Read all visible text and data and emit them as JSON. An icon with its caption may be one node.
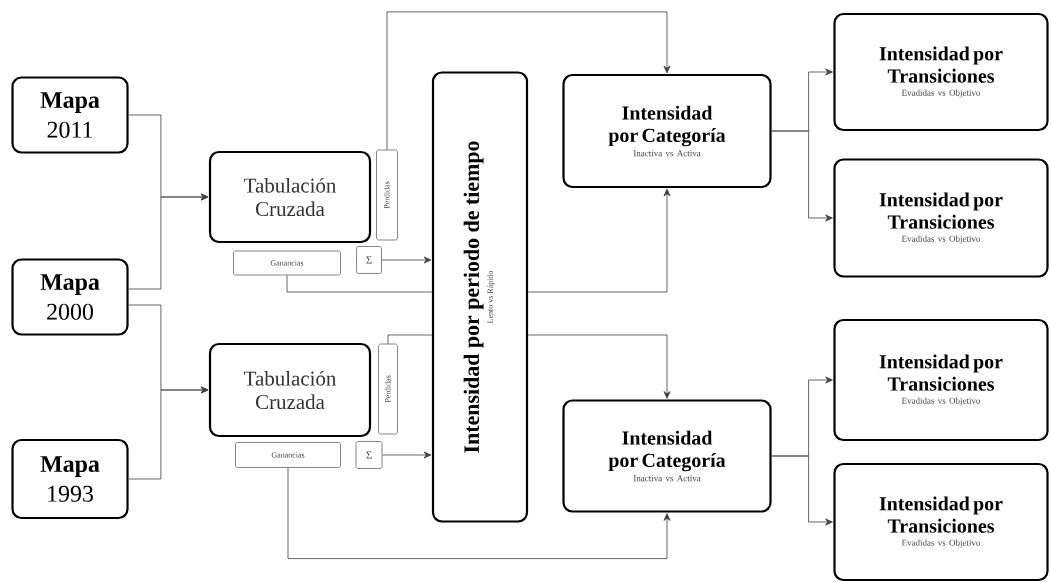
{
  "diagram": {
    "nodes": [
      {
        "text": [
          "Mapa",
          "2011"
        ]
      },
      {
        "text": [
          "Mapa",
          "2000"
        ]
      },
      {
        "text": [
          "Mapa",
          "1993"
        ]
      },
      {
        "text": [
          "Tabulación Cruzada"
        ]
      },
      {
        "text": [
          "Perdidas"
        ]
      },
      {
        "text": [
          "Ganancias"
        ]
      },
      {
        "text": [
          "Σ"
        ]
      },
      {
        "text": [
          "Tabulación Cruzada"
        ]
      },
      {
        "text": [
          "Perdidas"
        ]
      },
      {
        "text": [
          "Ganancias"
        ]
      },
      {
        "text": [
          "Σ"
        ]
      },
      {
        "text": [
          "Intensidad por periodo de tiempo",
          "Lento vs Rápido"
        ]
      },
      {
        "text": [
          "Intensidad por Categoría",
          "Inactiva vs Activa"
        ]
      },
      {
        "text": [
          "Intensidad por Categoría",
          "Inactiva vs Activa"
        ]
      },
      {
        "text": [
          "Intensidad por Transiciones",
          "Evadidas vs Objetivo"
        ]
      },
      {
        "text": [
          "Intensidad por Transiciones",
          "Evadidas vs Objetivo"
        ]
      },
      {
        "text": [
          "Intensidad por Transiciones",
          "Evadidas vs Objetivo"
        ]
      },
      {
        "text": [
          "Intensidad por Transiciones",
          "Evadidas vs Objetivo"
        ]
      }
    ],
    "edges": [
      {
        "from": 0,
        "to": 3,
        "arrow": "to"
      },
      {
        "from": 1,
        "to": 3,
        "arrow": "to"
      },
      {
        "from": 1,
        "to": 7,
        "arrow": "to"
      },
      {
        "from": 2,
        "to": 7,
        "arrow": "to"
      },
      {
        "from": 4,
        "to": 12,
        "arrow": "to"
      },
      {
        "from": 6,
        "to": 11,
        "arrow": "to"
      },
      {
        "from": 5,
        "to": 11,
        "arrow": "none"
      },
      {
        "from": 8,
        "to": 11,
        "arrow": "none"
      },
      {
        "from": 10,
        "to": 11,
        "arrow": "to"
      },
      {
        "from": 9,
        "to": 13,
        "arrow": "to"
      },
      {
        "from": 12,
        "to": 14,
        "arrow": "to"
      },
      {
        "from": 12,
        "to": 15,
        "arrow": "to"
      },
      {
        "from": 13,
        "to": 16,
        "arrow": "to"
      },
      {
        "from": 13,
        "to": 17,
        "arrow": "to"
      },
      {
        "from": 11,
        "to": 12,
        "arrow": "to"
      },
      {
        "from": 11,
        "to": 13,
        "arrow": "to"
      }
    ]
  }
}
